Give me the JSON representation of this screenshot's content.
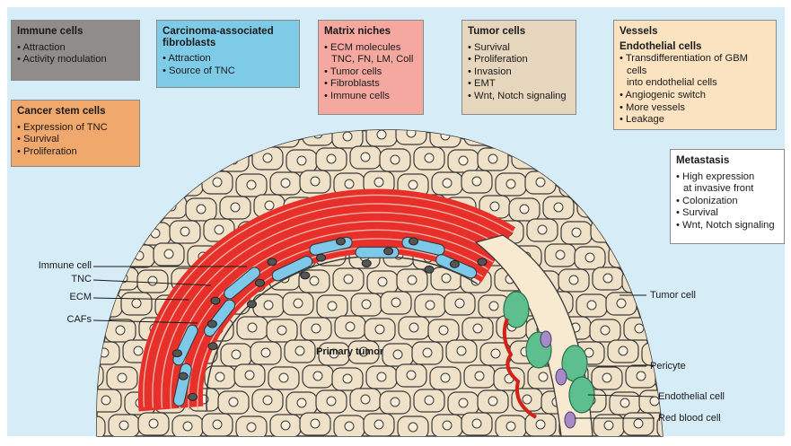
{
  "boxes": {
    "immune": {
      "title": "Immune cells",
      "items": [
        "Attraction",
        "Activity modulation"
      ]
    },
    "stem": {
      "title": "Cancer stem cells",
      "items": [
        "Expression of TNC",
        "Survival",
        "Proliferation"
      ]
    },
    "caf": {
      "title": "Carcinoma-associated fibroblasts",
      "items": [
        "Attraction",
        "Source of TNC"
      ]
    },
    "matrix": {
      "title": "Matrix niches",
      "items": [
        "ECM molecules",
        "Tumor cells",
        "Fibroblasts",
        "Immune cells"
      ],
      "items_sub": "TNC, FN, LM, Coll"
    },
    "tumor": {
      "title": "Tumor cells",
      "items": [
        "Survival",
        "Proliferation",
        "Invasion",
        "EMT",
        "Wnt, Notch signaling"
      ]
    },
    "vessels": {
      "title": "Vessels",
      "subtitle": "Endothelial cells",
      "items": [
        "Transdifferentiation of GBM cells",
        "Angiogenic switch",
        "More vessels",
        "Leakage"
      ],
      "items_sub": "into endothelial cells"
    },
    "metastasis": {
      "title": "Metastasis",
      "items": [
        "High expression",
        "Colonization",
        "Survival",
        "Wnt, Notch signaling"
      ],
      "items_sub": "at invasive front"
    }
  },
  "labels": {
    "immune_cell": "Immune cell",
    "tnc": "TNC",
    "ecm": "ECM",
    "cafs": "CAFs",
    "primary_tumor": "Primary tumor",
    "tumor_cell": "Tumor cell",
    "pericyte": "Pericyte",
    "endothelial_cell": "Endothelial cell",
    "red_blood_cell": "Red blood cell"
  },
  "colors": {
    "background": "#d6ecf7",
    "tumor_cell": "#efe2c8",
    "ecm_band": "#e8302a",
    "caf": "#7ec8ea",
    "immune_cell": "#555555",
    "pericyte": "#5dbf8e",
    "vessel": "#f7ead0",
    "red_blood_cell": "#a78bc6"
  }
}
